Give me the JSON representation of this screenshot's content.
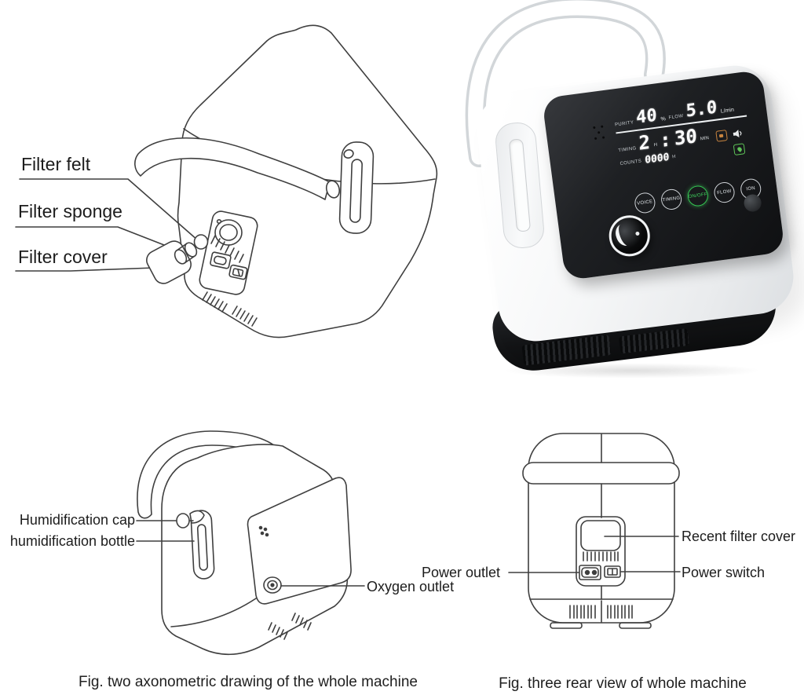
{
  "fig1": {
    "felt": "Filter felt",
    "sponge": "Filter sponge",
    "cover": "Filter cover"
  },
  "fig2": {
    "cap": "Humidification cap",
    "bottle": "humidification bottle",
    "oxygen": "Oxygen outlet",
    "caption": "Fig. two axonometric drawing of the whole machine"
  },
  "fig3": {
    "outlet": "Power outlet",
    "filter": "Recent filter cover",
    "switch": "Power switch",
    "caption": "Fig. three rear view of whole machine"
  },
  "device": {
    "display": {
      "purity_label": "PURITY",
      "purity_value": "40",
      "purity_unit": "%",
      "flow_label": "FLOW",
      "flow_value": "5.0",
      "flow_unit": "L/min",
      "timing_label": "TIMING",
      "timing_hours": "2",
      "timing_sep": ":",
      "timing_minutes": "30",
      "hours_unit": "H",
      "minutes_unit": "MIN",
      "counts_label": "COUNTS",
      "counts_value": "0000",
      "counts_unit": "H"
    },
    "buttons": [
      "VOICE",
      "TIMING",
      "ON/OFF",
      "FLOW",
      "ION"
    ],
    "icons": {
      "lock": "lock-icon",
      "volume": "volume-icon",
      "anion": "anion-icon"
    },
    "colors": {
      "panel": "#1c1e21",
      "on_off_green": "#3bd058",
      "lock_orange": "#c9853f",
      "anion_green": "#5ec457"
    }
  }
}
